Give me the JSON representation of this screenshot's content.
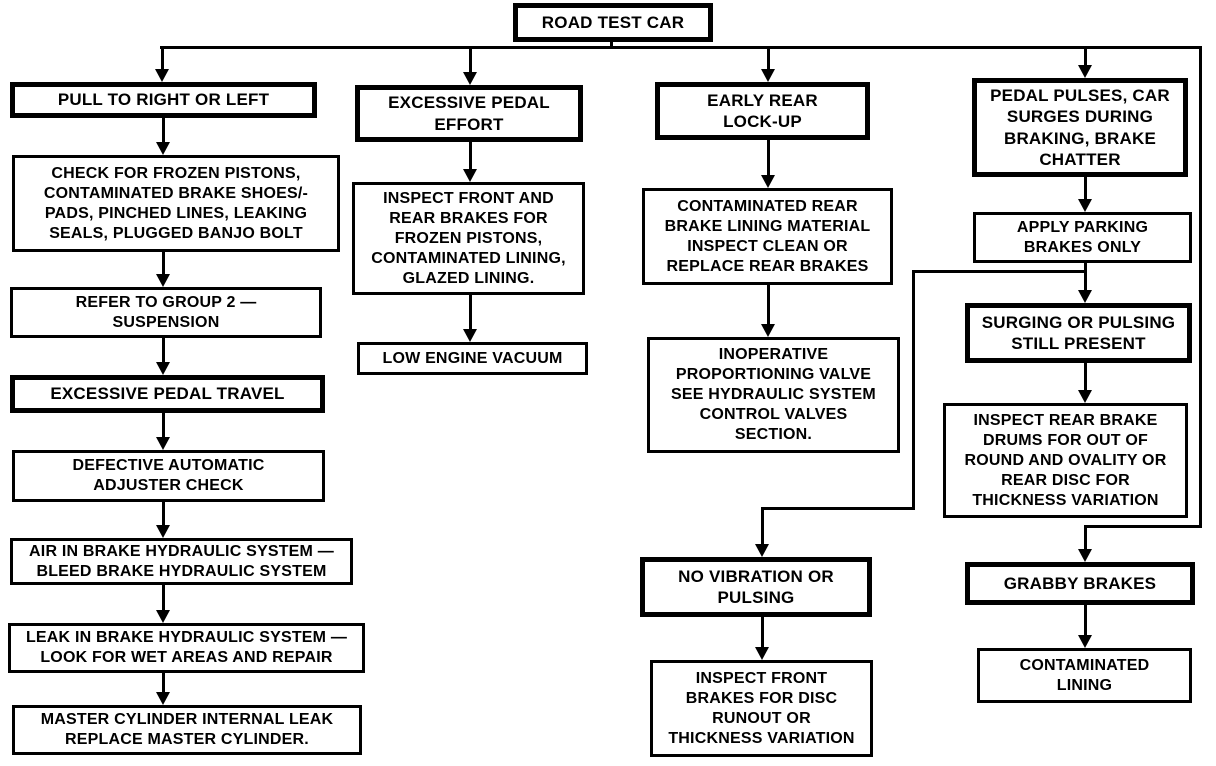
{
  "diagram": {
    "title": "Brake road test diagnosis flowchart",
    "colors": {
      "ink": "#000000",
      "paper": "#ffffff"
    },
    "root": "ROAD TEST CAR",
    "col1": {
      "header": "PULL TO RIGHT OR LEFT",
      "step1": "CHECK FOR FROZEN PISTONS,\nCONTAMINATED BRAKE SHOES/-\nPADS, PINCHED LINES, LEAKING\nSEALS, PLUGGED BANJO BOLT",
      "step2": "REFER TO GROUP 2 —\nSUSPENSION",
      "header2": "EXCESSIVE PEDAL TRAVEL",
      "step3": "DEFECTIVE AUTOMATIC\nADJUSTER CHECK",
      "step4": "AIR IN BRAKE HYDRAULIC SYSTEM —\nBLEED BRAKE HYDRAULIC SYSTEM",
      "step5": "LEAK IN BRAKE HYDRAULIC SYSTEM —\nLOOK FOR WET AREAS AND REPAIR",
      "step6": "MASTER CYLINDER INTERNAL LEAK\nREPLACE MASTER CYLINDER."
    },
    "col2": {
      "header": "EXCESSIVE PEDAL\nEFFORT",
      "step1": "INSPECT FRONT AND\nREAR BRAKES FOR\nFROZEN PISTONS,\nCONTAMINATED LINING,\nGLAZED LINING.",
      "step2": "LOW ENGINE VACUUM"
    },
    "col3": {
      "header": "EARLY REAR\nLOCK-UP",
      "step1": "CONTAMINATED REAR\nBRAKE LINING MATERIAL\nINSPECT CLEAN OR\nREPLACE REAR BRAKES",
      "step2": "INOPERATIVE\nPROPORTIONING VALVE\nSEE HYDRAULIC SYSTEM\nCONTROL VALVES\nSECTION.",
      "header2": "NO VIBRATION OR\nPULSING",
      "step3": "INSPECT FRONT\nBRAKES FOR DISC\nRUNOUT OR\nTHICKNESS VARIATION"
    },
    "col4": {
      "header": "PEDAL PULSES, CAR\nSURGES DURING\nBRAKING, BRAKE\nCHATTER",
      "step1": "APPLY PARKING\nBRAKES ONLY",
      "header2": "SURGING OR PULSING\nSTILL PRESENT",
      "step2": "INSPECT REAR BRAKE\nDRUMS FOR OUT OF\nROUND AND OVALITY OR\nREAR DISC FOR\nTHICKNESS VARIATION",
      "header3": "GRABBY BRAKES",
      "step3": "CONTAMINATED\nLINING"
    }
  }
}
